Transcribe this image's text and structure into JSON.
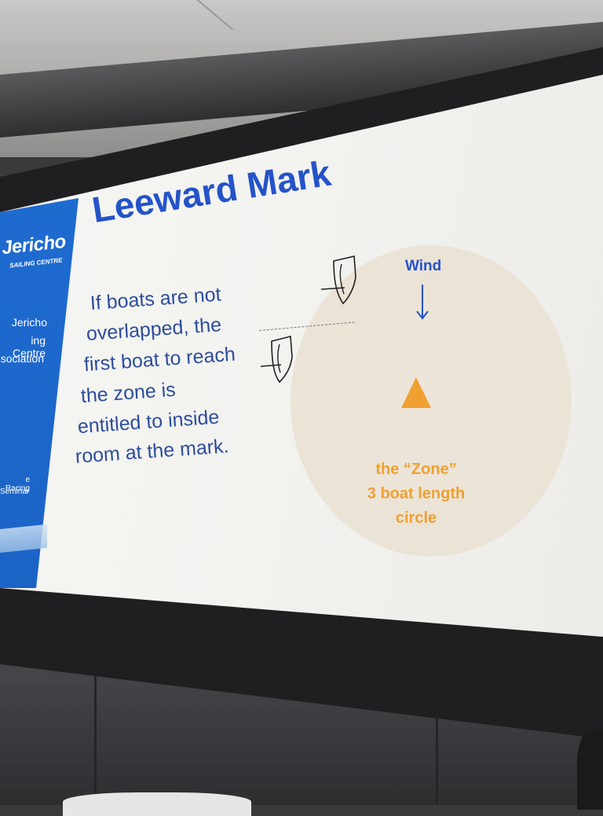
{
  "sidebar": {
    "logo_text": "Jericho",
    "logo_sub": "SAILING CENTRE",
    "org_lines": [
      "Jericho",
      "ing Centre",
      "sociation"
    ],
    "seminar_lines": [
      "e Racing",
      "Seminar"
    ]
  },
  "slide": {
    "title": "Leeward Mark",
    "body_lines": [
      "If boats are not",
      "overlapped, the",
      "first boat to reach",
      "the zone is",
      "entitled to inside",
      "room at the mark."
    ]
  },
  "diagram": {
    "wind_label": "Wind",
    "zone_lines": [
      "the “Zone”",
      "3 boat length",
      "circle"
    ],
    "colors": {
      "title": "#2453c9",
      "zone_text": "#f0a030",
      "mark": "#f0a030",
      "sidebar": "#1f6fd6"
    }
  }
}
